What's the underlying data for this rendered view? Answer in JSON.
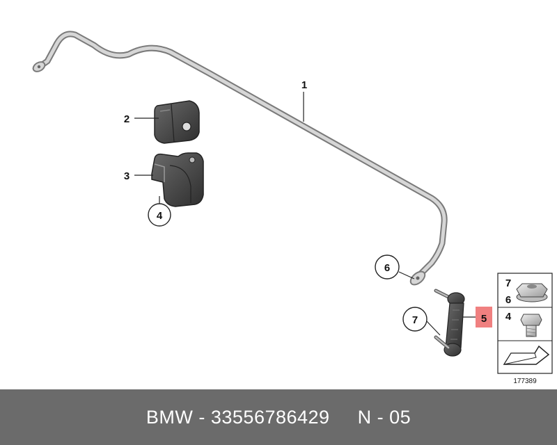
{
  "callouts": {
    "c1": "1",
    "c2": "2",
    "c3": "3",
    "c4": "4",
    "c5": "5",
    "c6": "6",
    "c7": "7"
  },
  "legend": {
    "row1_top": "7",
    "row1_bottom": "6",
    "row2": "4"
  },
  "diagram_number": "177389",
  "footer": {
    "brand": "BMW",
    "part_number": "33556786429",
    "position": "N - 05"
  },
  "colors": {
    "highlight": "#f08080",
    "footer_bg": "#6b6b6b",
    "rubber": "#4a4a4a",
    "metal": "#c8c8c8"
  }
}
